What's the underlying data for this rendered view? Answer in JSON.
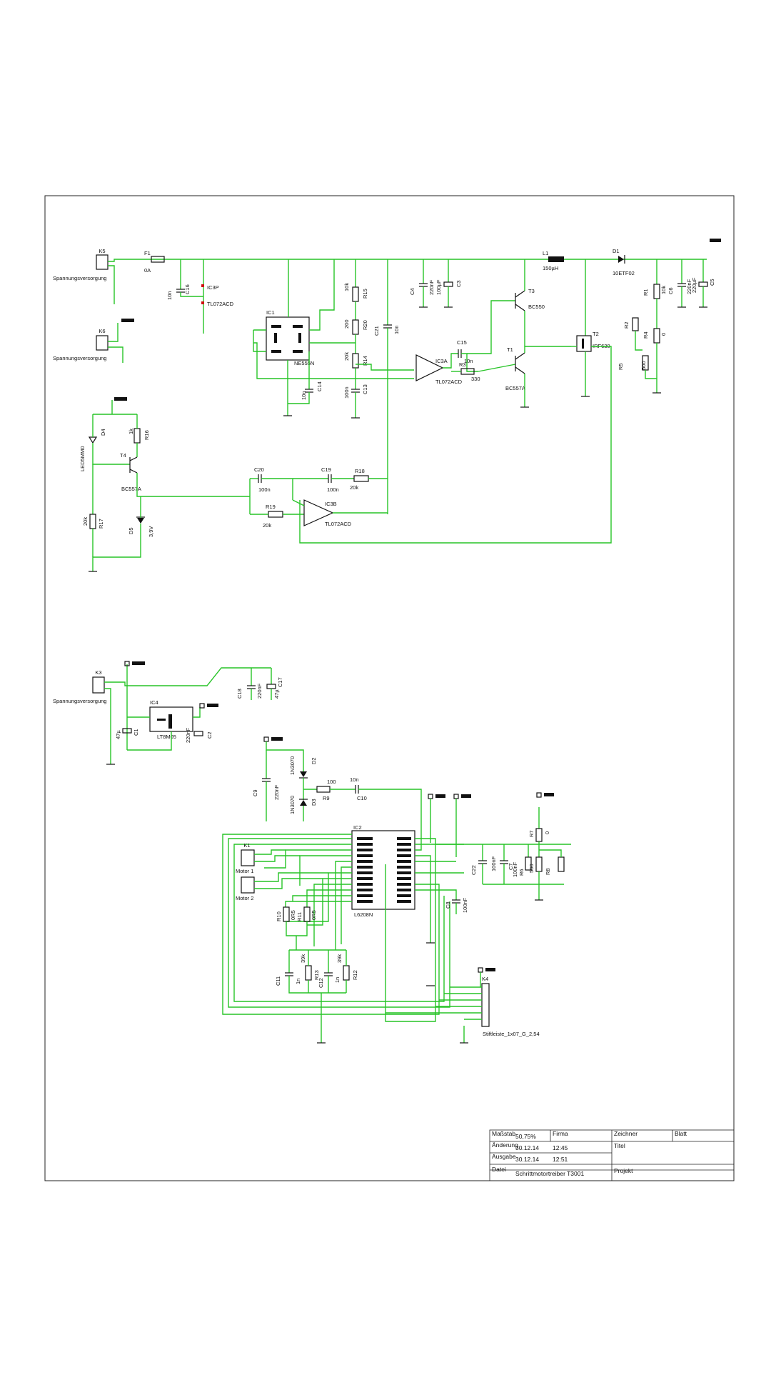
{
  "sheet": {
    "labels": {
      "K5": "K5",
      "K6": "K6",
      "K3": "K3",
      "K1": "K1",
      "K4": "K4",
      "spv1": "Spannungsversorgung",
      "spv2": "Spannungsversorgung",
      "spv3": "Spannungsversorgung",
      "F1": "F1",
      "F1v": "0A",
      "C16": "C16",
      "C16v": "10n",
      "IC3P": "IC3P",
      "IC3Pv": "TL072ACD",
      "IC1": "IC1",
      "IC1v": "NE555N",
      "R15": "R15",
      "R15v": "10k",
      "R20": "R20",
      "R20v": "200",
      "R14": "R14",
      "R14v": "20k",
      "C14": "C14",
      "C14v": "10n",
      "C13": "C13",
      "C13v": "100n",
      "C21": "C21",
      "C21v": "10n",
      "C4": "C4",
      "C4v": "220nF",
      "C3": "C3",
      "C3v": "100µF",
      "IC3A": "IC3A",
      "IC3Av": "TL072ACD",
      "C15": "C15",
      "C15v": "10n",
      "R3": "R3",
      "R3v": "330",
      "T3": "T3",
      "T3v": "BC550",
      "T1": "T1",
      "T1v": "BC557A",
      "L1": "L1",
      "L1v": "150µH",
      "D1": "D1",
      "D1v": "10ETF02",
      "T2": "T2",
      "T2v": "IRF630",
      "R1": "R1",
      "R1v": "10k",
      "C6": "C6",
      "C6v": "220nF",
      "C5": "C5",
      "C5v": "220µF",
      "R2": "R2",
      "R4": "R4",
      "R4v": "0",
      "R5": "R5",
      "R5v": "500",
      "D4": "D4",
      "D4v": "LED5MM0",
      "R16": "R16",
      "R16v": "1k",
      "T4": "T4",
      "T4v": "BC557A",
      "R17": "R17",
      "R17v": "20k",
      "D5": "D5",
      "D5v": "3,9V",
      "C20": "C20",
      "C20v": "100n",
      "C19": "C19",
      "C19v": "100n",
      "R18": "R18",
      "R18v": "20k",
      "R19": "R19",
      "R19v": "20k",
      "IC3B": "IC3B",
      "IC3Bv": "TL072ACD",
      "C18": "C18",
      "C18v": "220nF",
      "C17": "C17",
      "C17v": "47µ",
      "IC4": "IC4",
      "IC4v": "LT8M05",
      "C1": "C1",
      "C1v": "47µ",
      "C2": "C2",
      "C2v": "220nF",
      "C9": "C9",
      "C9v": "220nF",
      "D2": "D2",
      "D2v": "1N3070",
      "D3": "D3",
      "D3v": "1N3070",
      "R9": "R9",
      "R9v": "100",
      "C10": "C10",
      "C10v": "10n",
      "IC2": "IC2",
      "IC2v": "L6208N",
      "M1": "Motor 1",
      "M2": "Motor 2",
      "R10": "R10",
      "R10v": "0R5",
      "R11": "R11",
      "R11v": "0R5",
      "C11": "C11",
      "C11v": "1n",
      "R13": "R13",
      "R13v": "39k",
      "C12": "C12",
      "C12v": "1n",
      "R12": "R12",
      "R12v": "39k",
      "C22": "C22",
      "C22v": "100nF",
      "C7": "C7",
      "C7v": "100nF",
      "R6": "R6",
      "R8": "R8",
      "R8v": "500",
      "R7": "R7",
      "R7v": "0",
      "C8": "C8",
      "C8v": "100nF",
      "K4v": "Stiftleiste_1x07_G_2,54"
    }
  },
  "title_block": {
    "massstab_label": "Maßstab",
    "massstab": "50,75%",
    "firma_label": "Firma",
    "zeichner_label": "Zeichner",
    "blatt_label": "Blatt",
    "titel_label": "Titel",
    "aenderung_label": "Änderung",
    "aenderung_date": "30.12.14",
    "aenderung_time": "12:45",
    "ausgabe_label": "Ausgabe",
    "ausgabe_date": "30.12.14",
    "ausgabe_time": "12:51",
    "datei_label": "Datei",
    "datei": "Schrittmotortreiber T3001",
    "projekt_label": "Projekt"
  }
}
